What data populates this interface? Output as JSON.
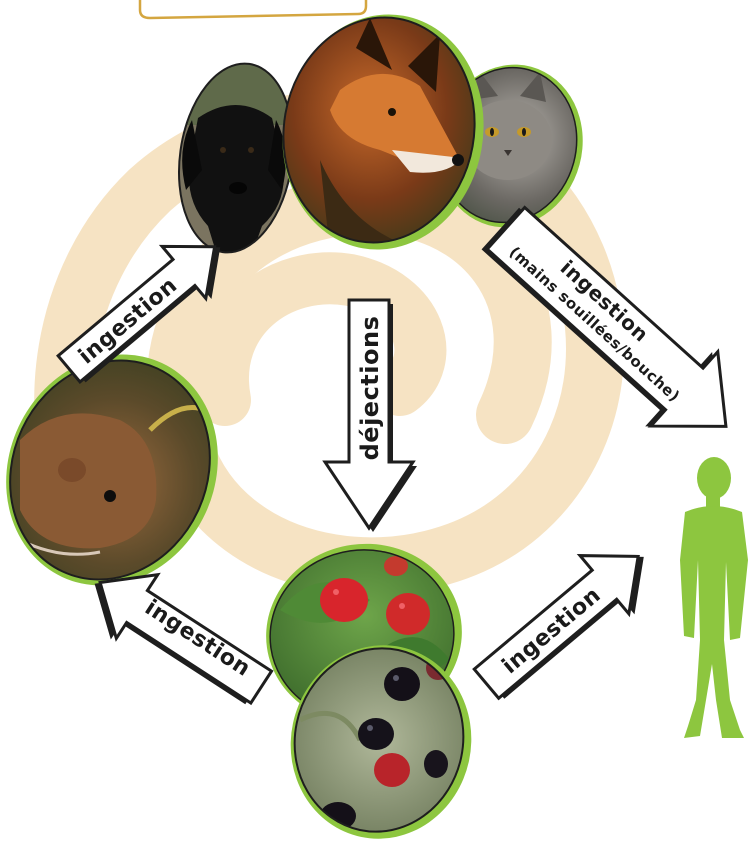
{
  "diagram": {
    "labels": {
      "dog_to_fox_mouse": "ingestion",
      "mouse_from_berries": "ingestion",
      "berries_to_human": "ingestion",
      "cat_to_human_line1": "ingestion",
      "cat_to_human_line2": "(mains souillées/bouche)",
      "center_down": "déjections"
    },
    "nodes": {
      "dog": "dog",
      "fox": "fox",
      "cat": "cat",
      "vole": "vole",
      "raspberries": "raspberries",
      "blackberries": "blackberries",
      "human": "human"
    },
    "colors": {
      "spiral": "#f6e3c3",
      "accent_green": "#8dc63f",
      "border_dark": "#1e1e1e",
      "arrow_fill": "#ffffff",
      "top_box_border": "#d4a640"
    }
  }
}
